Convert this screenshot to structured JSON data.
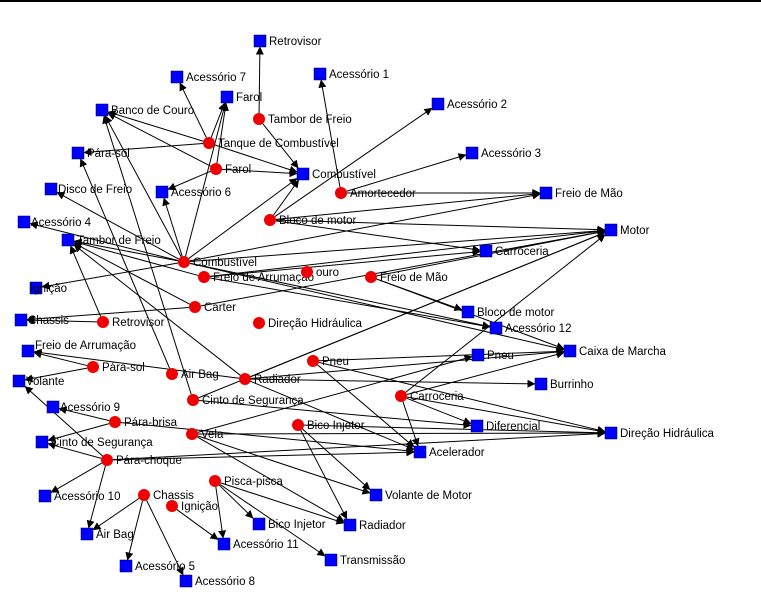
{
  "colors": {
    "square": "#0000FF",
    "circle": "#EE0000",
    "edge": "#000000",
    "arrowhead": "#000000"
  },
  "node_types": {
    "square": "square-node",
    "circle": "circle-node"
  },
  "squares": [
    {
      "id": "s_retrovisor",
      "label": "Retrovisor"
    },
    {
      "id": "s_acess7",
      "label": "Acessório 7"
    },
    {
      "id": "s_acess1",
      "label": "Acessório 1"
    },
    {
      "id": "s_farol",
      "label": "Farol"
    },
    {
      "id": "s_banco",
      "label": "Banco de Couro"
    },
    {
      "id": "s_acess2",
      "label": "Acessório 2"
    },
    {
      "id": "s_parasol",
      "label": "Pára-sol"
    },
    {
      "id": "s_acess3",
      "label": "Acessório 3"
    },
    {
      "id": "s_combustivel",
      "label": "Combustível"
    },
    {
      "id": "s_discofreio",
      "label": "Disco de Freio"
    },
    {
      "id": "s_acess6",
      "label": "Acessório 6"
    },
    {
      "id": "s_freiomao",
      "label": "Freio de Mão"
    },
    {
      "id": "s_acess4",
      "label": "Acessório 4"
    },
    {
      "id": "s_tamborfreio",
      "label": "Tambor de Freio"
    },
    {
      "id": "s_motor",
      "label": "Motor"
    },
    {
      "id": "s_carroceria",
      "label": "Carroceria"
    },
    {
      "id": "s_ignicao",
      "label": "Ignição"
    },
    {
      "id": "s_chassis",
      "label": "Chassis"
    },
    {
      "id": "s_blocomotor",
      "label": "Bloco de motor"
    },
    {
      "id": "s_acess12",
      "label": "Acessório 12"
    },
    {
      "id": "s_freioarrum",
      "label": "Freio de Arrumação"
    },
    {
      "id": "s_caixamarcha",
      "label": "Caixa de Marcha"
    },
    {
      "id": "s_pneu",
      "label": "Pneu"
    },
    {
      "id": "s_volante",
      "label": "Volante"
    },
    {
      "id": "s_burrinho",
      "label": "Burrinho"
    },
    {
      "id": "s_acess9",
      "label": "Acessório 9"
    },
    {
      "id": "s_diferencial",
      "label": "Diferencial"
    },
    {
      "id": "s_cinto",
      "label": "Cinto de Segurança"
    },
    {
      "id": "s_direcao",
      "label": "Direção Hidráulica"
    },
    {
      "id": "s_acelerador",
      "label": "Acelerador"
    },
    {
      "id": "s_acess10",
      "label": "Acessório 10"
    },
    {
      "id": "s_volantemotor",
      "label": "Volante de Motor"
    },
    {
      "id": "s_airbag",
      "label": "Air Bag"
    },
    {
      "id": "s_bicoinjetor",
      "label": "Bico Injetor"
    },
    {
      "id": "s_radiador",
      "label": "Radiador"
    },
    {
      "id": "s_acess11",
      "label": "Acessório 11"
    },
    {
      "id": "s_acess5",
      "label": "Acessório 5"
    },
    {
      "id": "s_transmissao",
      "label": "Transmissão"
    },
    {
      "id": "s_acess8",
      "label": "Acessório 8"
    }
  ],
  "circles": [
    {
      "id": "c_tamborfreio",
      "label": "Tambor de Freio"
    },
    {
      "id": "c_tanque",
      "label": "Tanque de Combustível"
    },
    {
      "id": "c_farol",
      "label": "Farol"
    },
    {
      "id": "c_amortecedor",
      "label": "Amortecedor"
    },
    {
      "id": "c_blocomotor",
      "label": "Bloco de motor"
    },
    {
      "id": "c_combustivel",
      "label": "Combustível"
    },
    {
      "id": "c_freioarrum",
      "label": "Freio de Arrumação"
    },
    {
      "id": "c_couro",
      "label": "ouro"
    },
    {
      "id": "c_freiomao",
      "label": "Freio de Mão"
    },
    {
      "id": "c_carter",
      "label": "Carter"
    },
    {
      "id": "c_retrovisor",
      "label": "Retrovisor"
    },
    {
      "id": "c_direcao",
      "label": "Direção Hidráulica"
    },
    {
      "id": "c_parasol",
      "label": "Pára-sol"
    },
    {
      "id": "c_airbag",
      "label": "Air Bag"
    },
    {
      "id": "c_radiador",
      "label": "Radiador"
    },
    {
      "id": "c_pneu",
      "label": "Pneu"
    },
    {
      "id": "c_cinto",
      "label": "Cinto de Segurança"
    },
    {
      "id": "c_carroceria",
      "label": "Carroceria"
    },
    {
      "id": "c_parabrisa",
      "label": "Pára-brisa"
    },
    {
      "id": "c_vela",
      "label": "Vela"
    },
    {
      "id": "c_bicoinjetor",
      "label": "Bico Injetor"
    },
    {
      "id": "c_parachoque",
      "label": "Pára-choque"
    },
    {
      "id": "c_piscapisca",
      "label": "Pisca-pisca"
    },
    {
      "id": "c_chassis",
      "label": "Chassis"
    },
    {
      "id": "c_ignicao",
      "label": "Ignição"
    }
  ],
  "edges": [
    [
      "c_tamborfreio",
      "s_retrovisor"
    ],
    [
      "c_tamborfreio",
      "s_combustivel"
    ],
    [
      "c_tanque",
      "s_banco"
    ],
    [
      "c_tanque",
      "s_acess7"
    ],
    [
      "c_tanque",
      "s_farol"
    ],
    [
      "c_tanque",
      "s_combustivel"
    ],
    [
      "c_tanque",
      "s_parasol"
    ],
    [
      "c_farol",
      "s_combustivel"
    ],
    [
      "c_farol",
      "s_banco"
    ],
    [
      "c_farol",
      "s_acess6"
    ],
    [
      "c_farol",
      "s_farol"
    ],
    [
      "c_amortecedor",
      "s_acess1"
    ],
    [
      "c_amortecedor",
      "s_freiomao"
    ],
    [
      "c_amortecedor",
      "s_acess3"
    ],
    [
      "c_blocomotor",
      "s_acess2"
    ],
    [
      "c_blocomotor",
      "s_motor"
    ],
    [
      "c_blocomotor",
      "s_freiomao"
    ],
    [
      "c_blocomotor",
      "s_carroceria"
    ],
    [
      "c_blocomotor",
      "s_combustivel"
    ],
    [
      "c_combustivel",
      "s_banco"
    ],
    [
      "c_combustivel",
      "s_acess6"
    ],
    [
      "c_combustivel",
      "s_combustivel"
    ],
    [
      "c_combustivel",
      "s_motor"
    ],
    [
      "c_combustivel",
      "s_freiomao"
    ],
    [
      "c_combustivel",
      "s_caixamarcha"
    ],
    [
      "c_combustivel",
      "s_tamborfreio"
    ],
    [
      "c_combustivel",
      "s_acess4"
    ],
    [
      "c_combustivel",
      "s_discofreio"
    ],
    [
      "c_combustivel",
      "s_farol"
    ],
    [
      "c_combustivel",
      "s_acess12"
    ],
    [
      "c_combustivel",
      "s_ignicao"
    ],
    [
      "c_freioarrum",
      "s_motor"
    ],
    [
      "c_freioarrum",
      "s_carroceria"
    ],
    [
      "c_freioarrum",
      "s_acess12"
    ],
    [
      "c_freioarrum",
      "s_tamborfreio"
    ],
    [
      "c_freiomao",
      "s_motor"
    ],
    [
      "c_freiomao",
      "s_caixamarcha"
    ],
    [
      "c_freiomao",
      "s_blocomotor"
    ],
    [
      "c_carter",
      "s_tamborfreio"
    ],
    [
      "c_carter",
      "s_motor"
    ],
    [
      "c_carter",
      "s_chassis"
    ],
    [
      "c_retrovisor",
      "s_tamborfreio"
    ],
    [
      "c_retrovisor",
      "s_chassis"
    ],
    [
      "c_parasol",
      "s_freioarrum"
    ],
    [
      "c_parasol",
      "s_volante"
    ],
    [
      "c_airbag",
      "s_parasol"
    ],
    [
      "c_radiador",
      "s_tamborfreio"
    ],
    [
      "c_radiador",
      "s_burrinho"
    ],
    [
      "c_radiador",
      "s_motor"
    ],
    [
      "c_radiador",
      "s_caixamarcha"
    ],
    [
      "c_radiador",
      "s_acelerador"
    ],
    [
      "c_radiador",
      "s_freioarrum"
    ],
    [
      "c_pneu",
      "s_caixamarcha"
    ],
    [
      "c_pneu",
      "s_acelerador"
    ],
    [
      "c_pneu",
      "s_direcao"
    ],
    [
      "c_cinto",
      "s_motor"
    ],
    [
      "c_cinto",
      "s_diferencial"
    ],
    [
      "c_cinto",
      "s_banco"
    ],
    [
      "c_carroceria",
      "s_caixamarcha"
    ],
    [
      "c_carroceria",
      "s_acelerador"
    ],
    [
      "c_carroceria",
      "s_direcao"
    ],
    [
      "c_carroceria",
      "s_diferencial"
    ],
    [
      "c_carroceria",
      "s_motor"
    ],
    [
      "c_parabrisa",
      "s_acess9"
    ],
    [
      "c_parabrisa",
      "s_acelerador"
    ],
    [
      "c_parabrisa",
      "s_cinto"
    ],
    [
      "c_vela",
      "s_volantemotor"
    ],
    [
      "c_vela",
      "s_pneu"
    ],
    [
      "c_vela",
      "s_direcao"
    ],
    [
      "c_vela",
      "s_radiador"
    ],
    [
      "c_bicoinjetor",
      "s_direcao"
    ],
    [
      "c_bicoinjetor",
      "s_volantemotor"
    ],
    [
      "c_bicoinjetor",
      "s_radiador"
    ],
    [
      "c_parachoque",
      "s_cinto"
    ],
    [
      "c_parachoque",
      "s_acess10"
    ],
    [
      "c_parachoque",
      "s_airbag"
    ],
    [
      "c_parachoque",
      "s_acelerador"
    ],
    [
      "c_parachoque",
      "s_direcao"
    ],
    [
      "c_parachoque",
      "s_volante"
    ],
    [
      "c_piscapisca",
      "s_bicoinjetor"
    ],
    [
      "c_piscapisca",
      "s_acess11"
    ],
    [
      "c_piscapisca",
      "s_radiador"
    ],
    [
      "c_piscapisca",
      "s_transmissao"
    ],
    [
      "c_chassis",
      "s_airbag"
    ],
    [
      "c_chassis",
      "s_acess5"
    ],
    [
      "c_chassis",
      "s_acess8"
    ],
    [
      "c_ignicao",
      "s_acess11"
    ]
  ]
}
